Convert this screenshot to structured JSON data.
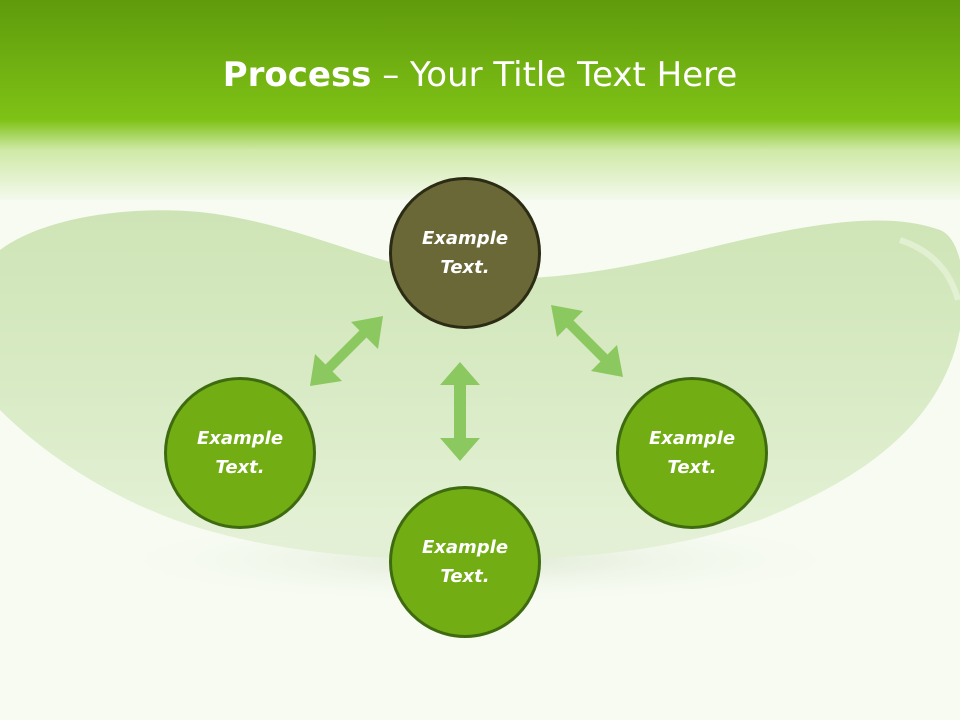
{
  "title": {
    "bold": "Process",
    "rest": " – Your Title Text Here"
  },
  "nodes": {
    "top": {
      "line1": "Example",
      "line2": "Text."
    },
    "left": {
      "line1": "Example",
      "line2": "Text."
    },
    "right": {
      "line1": "Example",
      "line2": "Text."
    },
    "bottom": {
      "line1": "Example",
      "line2": "Text."
    }
  },
  "colors": {
    "header_green": "#7fc216",
    "node_green": "#72ad14",
    "node_olive": "#6b6837",
    "arrow_green": "#8cc860"
  }
}
